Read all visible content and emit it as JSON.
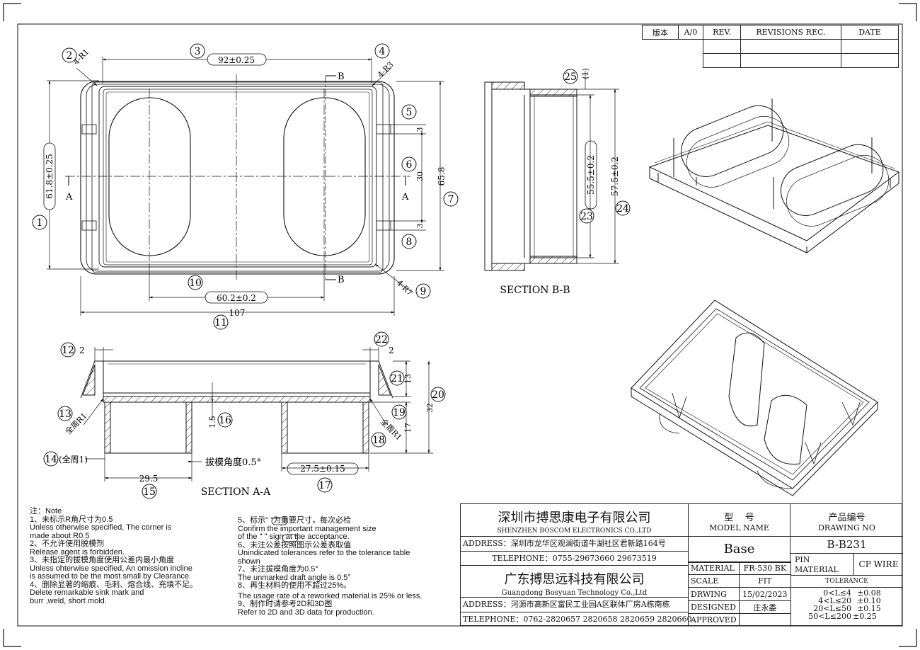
{
  "revision_table": {
    "headers": [
      "版本",
      "A/0",
      "REV.",
      "REVISIONS REC.",
      "DATE"
    ]
  },
  "dimensions": {
    "top_view": {
      "d92": "92±0.25",
      "r1": "4-R1",
      "r3": "4-R3",
      "r7": "4-R7",
      "d61": "61.8±0.25",
      "d60": "60.2±0.2",
      "d107": "107",
      "d65": "65.8",
      "d30": "30",
      "d3a": "3",
      "d3b": "3",
      "sec_a_left": "A",
      "sec_a_right": "A",
      "sec_b_top": "B",
      "sec_b_bottom": "B"
    },
    "section_bb": {
      "title": "SECTION B-B",
      "d55": "55.5±0.2",
      "d57": "57.5±0.2",
      "d1": "(1)"
    },
    "section_aa": {
      "title": "SECTION A-A",
      "d2a": "2",
      "d2b": "2",
      "d13": "13",
      "d32": "32",
      "d17": "17",
      "d15": "1.5",
      "d29": "29.5",
      "d27": "27.5±0.15",
      "r1a": "全周R1",
      "r1b": "全周R1",
      "note14": "(全周1)",
      "draft": "拔模角度0.5°"
    }
  },
  "balloons": [
    "1",
    "2",
    "3",
    "4",
    "5",
    "6",
    "7",
    "8",
    "9",
    "10",
    "11",
    "12",
    "13",
    "14",
    "15",
    "16",
    "17",
    "18",
    "19",
    "20",
    "21",
    "22",
    "23",
    "24",
    "25"
  ],
  "notes": {
    "heading": "注：Note",
    "left": [
      "1、未标示R角尺寸为0.5",
      "    Unless otherwise specified, The corner  is",
      "    made about R0.5",
      "2、不允许使用脱模剂",
      "    Release agent is forbidden.",
      "3、未指定的拔模角度使用公差内最小角度",
      "    Unless ohterwise specified, An omission incline",
      "    is assumed to be the most small by Clearance.",
      "4、删除显著的缩痕、毛刺、熔合线、充填不足。",
      "    Delete remarkable sink mark and",
      "    burr ,weld, short mold."
    ],
    "right": [
      "5、标示\"       \"为重要尺寸，每次必检",
      "    Confirm the important management size",
      "    of the \"       \" sign at the acceptance.",
      "6、未注公差按照图示公差表取值",
      "    Unindicated tolerances refer to the tolerance table",
      "    shown",
      "7、未注拔模角度为0.5°",
      "    The unmarked draft angle is 0.5°",
      "8、再生材料的使用不超过25%。",
      "    The usage rate of a reworked material is 25% or less.",
      "9、制作时请参考2D和3D图",
      "    Refer to 2D and 3D data for production."
    ]
  },
  "title_block": {
    "company1_cn": "深圳市搏思康电子有限公司",
    "company1_en": "SHENZHEN BOSCOM ELECTRONICS CO.,LTD",
    "address1": "ADDRESS：深圳市龙华区观澜街道牛湖社区君新路164号",
    "telephone1": "TELEPHONE：0755-29673660 29673519",
    "company2_cn": "广东搏思远科技有限公司",
    "company2_en": "Guangdong Bosyuan Technology Co.,Ltd",
    "address2": "ADDRESS：河源市高新区富民工业园A区联体厂房A栋南栋",
    "telephone2": "TELEPHONE：0762-2820657 2820658 2820659 2820660",
    "model_label_cn": "型    号",
    "model_label_en": "MODEL NAME",
    "model_value": "Base",
    "drawing_label_cn": "产品编号",
    "drawing_label_en": "DRAWING NO",
    "drawing_value": "B-B231",
    "material_label": "MATERIAL",
    "material_value": "FR-530 BK",
    "scale_label": "SCALE",
    "scale_value": "FIT",
    "drwing_label": "DRWING",
    "drwing_value": "15/02/2023",
    "designed_label": "DESIGNED",
    "designed_value": "庄永委",
    "approved_label": "APPROVED",
    "approved_value": "",
    "pin_material_label": "PIN MATERIAL",
    "pin_material_value": "CP WIRE",
    "tolerance_label": "TOLERANCE",
    "tolerances": [
      {
        "range": "0<L≤4",
        "tol": "±0.08"
      },
      {
        "range": "4<L≤20",
        "tol": "±0.10"
      },
      {
        "range": "20<L≤50",
        "tol": "±0.15"
      },
      {
        "range": "50<L≤200",
        "tol": "±0.25"
      }
    ]
  }
}
